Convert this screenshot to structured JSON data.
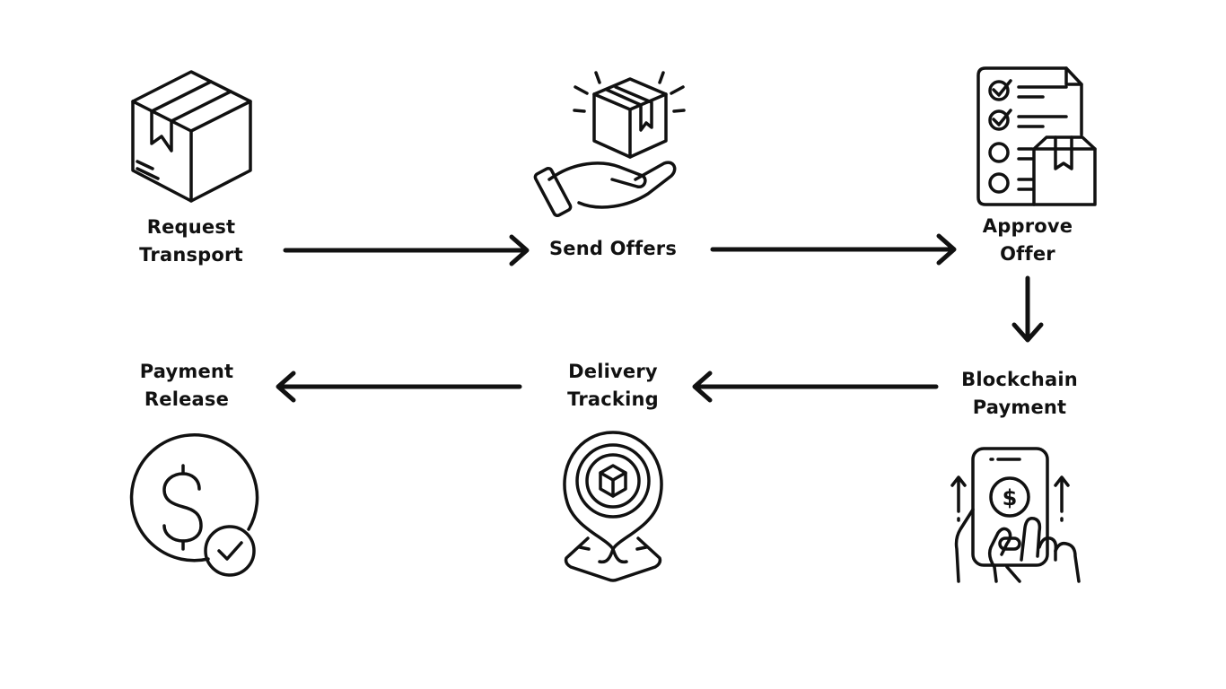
{
  "colors": {
    "stroke": "#111111",
    "background": "#ffffff"
  },
  "steps": [
    {
      "id": "request-transport",
      "label": "Request\nTransport",
      "icon": "package-box-icon"
    },
    {
      "id": "send-offers",
      "label": "Send Offers",
      "icon": "hand-offer-box-icon"
    },
    {
      "id": "approve-offer",
      "label": "Approve\nOffer",
      "icon": "checklist-box-icon"
    },
    {
      "id": "blockchain-payment",
      "label": "Blockchain\nPayment",
      "icon": "phone-payment-icon"
    },
    {
      "id": "delivery-tracking",
      "label": "Delivery\nTracking",
      "icon": "location-pin-box-icon"
    },
    {
      "id": "payment-release",
      "label": "Payment\nRelease",
      "icon": "dollar-check-icon"
    }
  ],
  "flow": [
    [
      "request-transport",
      "send-offers"
    ],
    [
      "send-offers",
      "approve-offer"
    ],
    [
      "approve-offer",
      "blockchain-payment"
    ],
    [
      "blockchain-payment",
      "delivery-tracking"
    ],
    [
      "delivery-tracking",
      "payment-release"
    ]
  ]
}
